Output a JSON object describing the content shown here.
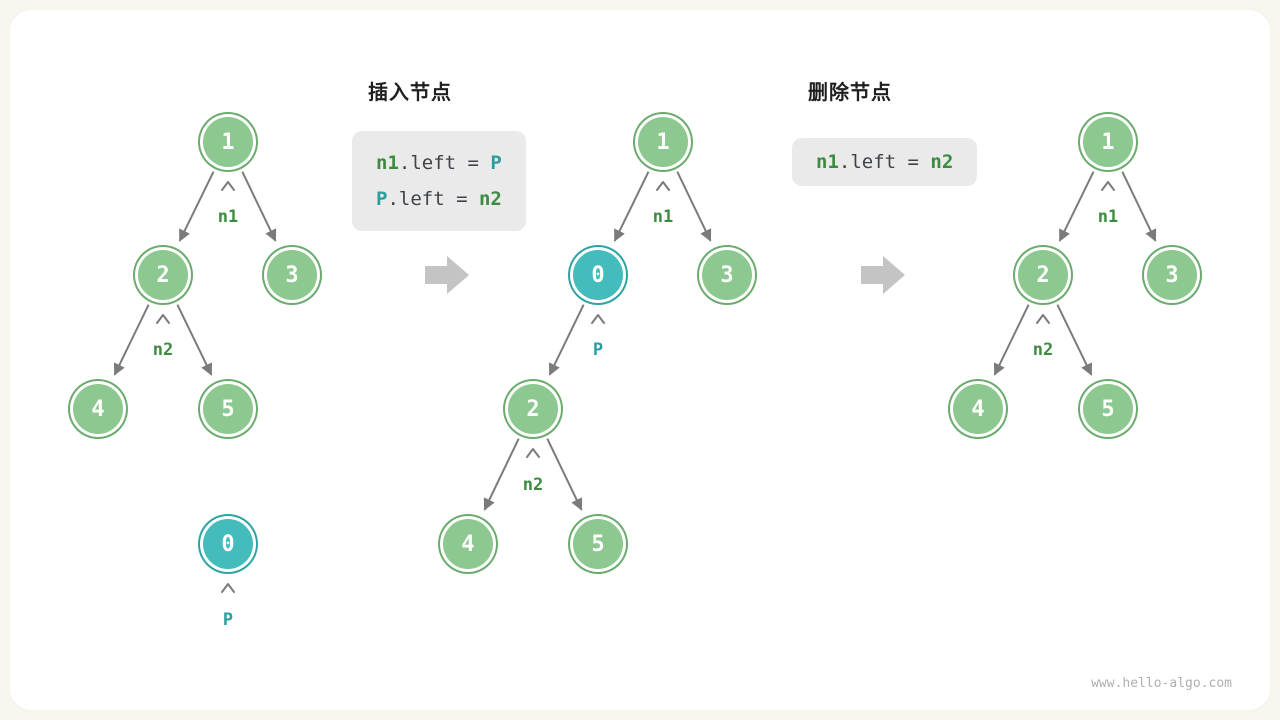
{
  "watermark": "www.hello-algo.com",
  "colors": {
    "bg_outer": "#F8F5EE",
    "bg_panel": "#FFFFFF",
    "node_green_fill": "#8CC88F",
    "node_green_ring": "#6BAB6E",
    "node_teal_fill": "#44BCBC",
    "node_teal_ring": "#2EA3A3",
    "edge": "#7B7B7B",
    "label_green": "#3D8B40",
    "label_teal": "#2A9D9D",
    "code_bg": "#EAEAEA",
    "code_text": "#3E4349",
    "big_arrow": "#C4C4C4",
    "title_text": "#1F1F1F",
    "watermark_text": "#AFAFAF"
  },
  "sections": {
    "insert": {
      "title": "插入节点",
      "code": {
        "line1": {
          "var1": "n1",
          "op": ".left = ",
          "var2": "P"
        },
        "line2": {
          "var1": "P",
          "op": ".left = ",
          "var2": "n2"
        }
      }
    },
    "delete": {
      "title": "删除节点",
      "code": {
        "line1": {
          "var1": "n1",
          "op": ".left = ",
          "var2": "n2"
        }
      }
    }
  },
  "labels": {
    "n1": "n1",
    "n2": "n2",
    "p": "P"
  },
  "trees": {
    "before": {
      "n1": "1",
      "n2": "2",
      "n3": "3",
      "n4": "4",
      "n5": "5",
      "p": "0"
    },
    "after_insert": {
      "n1": "1",
      "p": "0",
      "n3": "3",
      "n2": "2",
      "n4": "4",
      "n5": "5"
    },
    "after_delete": {
      "n1": "1",
      "n2": "2",
      "n3": "3",
      "n4": "4",
      "n5": "5"
    }
  }
}
